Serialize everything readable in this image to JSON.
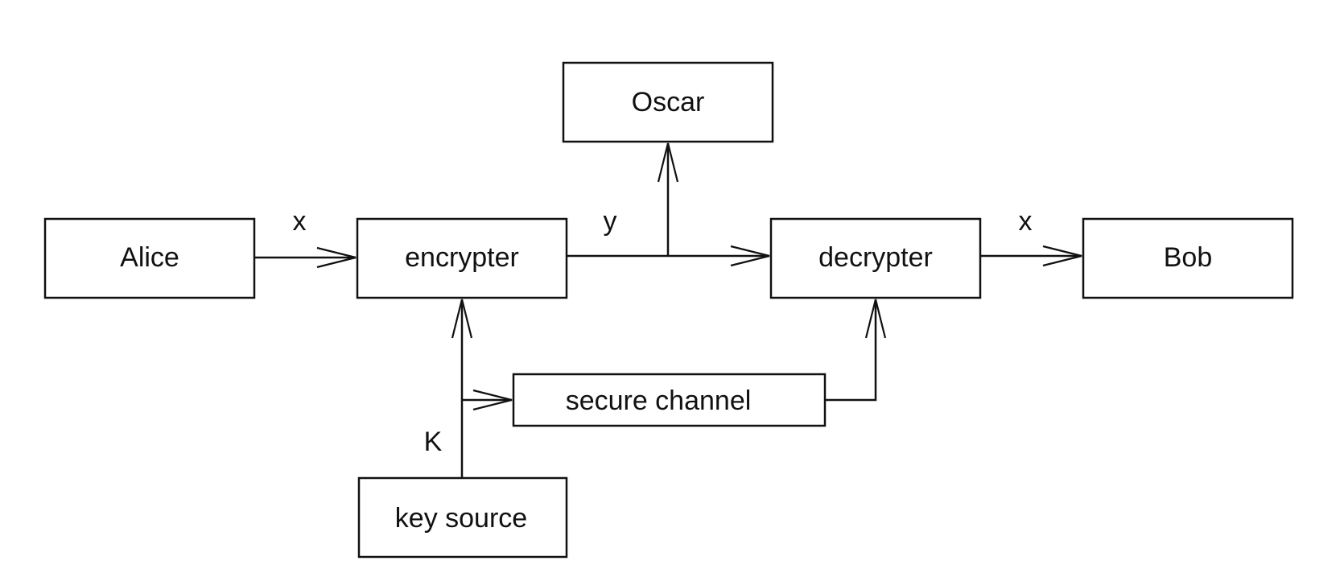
{
  "nodes": {
    "alice": "Alice",
    "encrypter": "encrypter",
    "oscar": "Oscar",
    "decrypter": "decrypter",
    "bob": "Bob",
    "secure_channel": "secure channel",
    "key_source": "key source"
  },
  "edge_labels": {
    "alice_to_encrypter": "x",
    "encrypter_to_decrypter": "y",
    "decrypter_to_bob": "x",
    "key": "K"
  }
}
